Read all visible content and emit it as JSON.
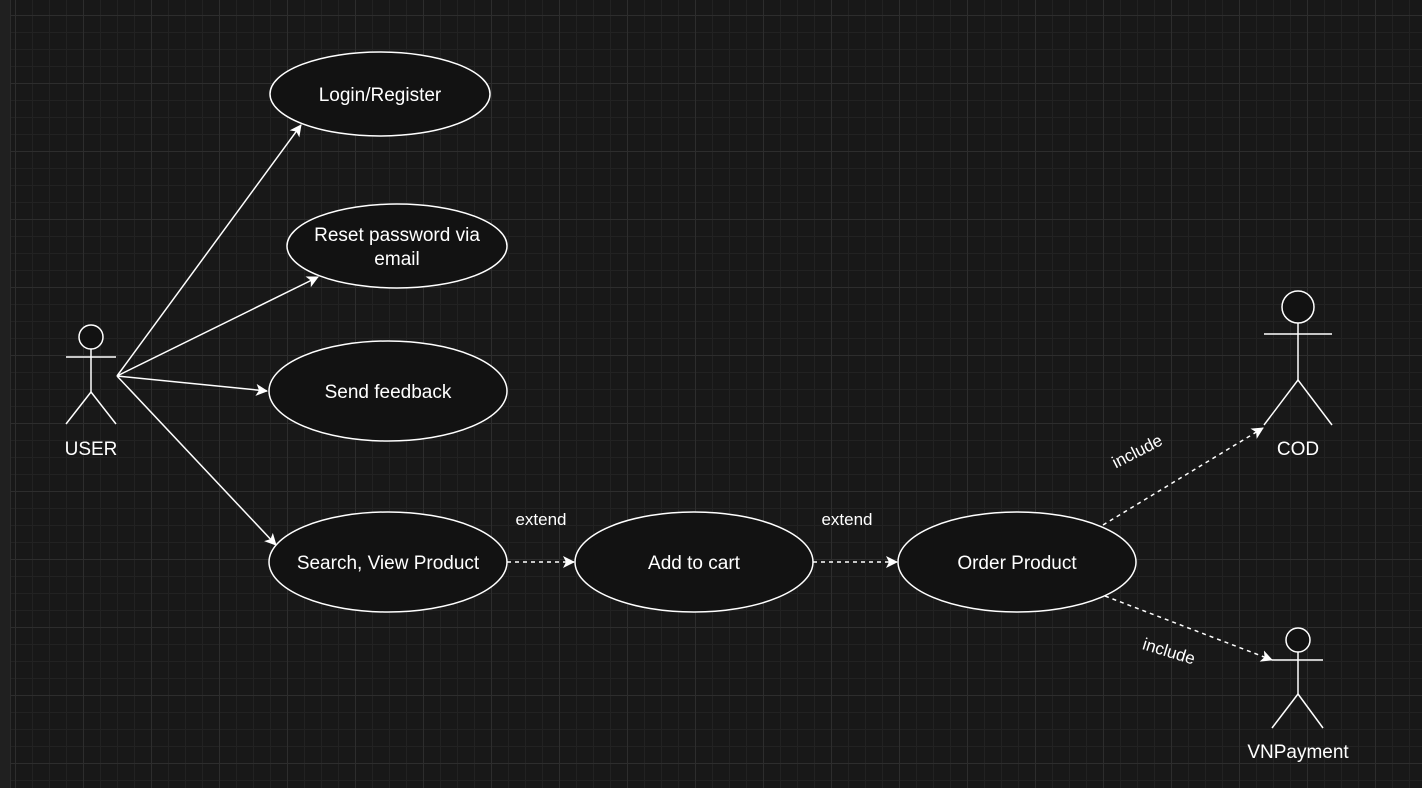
{
  "actors": {
    "user": "USER",
    "cod": "COD",
    "vnpayment": "VNPayment"
  },
  "use_cases": {
    "login": "Login/Register",
    "reset_line1": "Reset password via",
    "reset_line2": "email",
    "feedback": "Send feedback",
    "search": "Search, View Product",
    "cart": "Add to cart",
    "order": "Order Product"
  },
  "relations": {
    "extend_1": "extend",
    "extend_2": "extend",
    "include_cod": "include",
    "include_vnpay": "include"
  },
  "colors": {
    "background": "#181818",
    "stroke": "#ffffff",
    "shape_fill": "#121212"
  }
}
